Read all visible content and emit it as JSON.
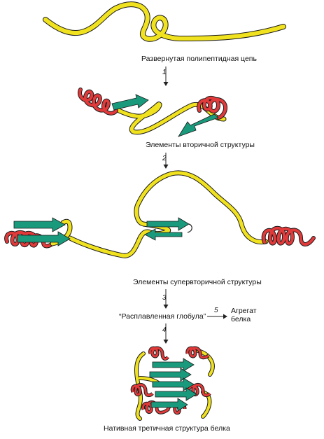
{
  "stages": {
    "unfolded": "Развернутая полипептидная цепь",
    "secondary": "Элементы вторичной структуры",
    "supersecondary": "Элементы супервторичной структуры",
    "molten_globule": "“Расплавленная глобула”",
    "aggregate": "Агрегат белка",
    "native": "Нативная третичная структура белка"
  },
  "steps": [
    "1",
    "2",
    "3",
    "4",
    "5"
  ],
  "colors": {
    "coil": "#f1e21f",
    "helix": "#e23a3a",
    "strand": "#1a9a7c",
    "outline": "#1a1a1a"
  }
}
